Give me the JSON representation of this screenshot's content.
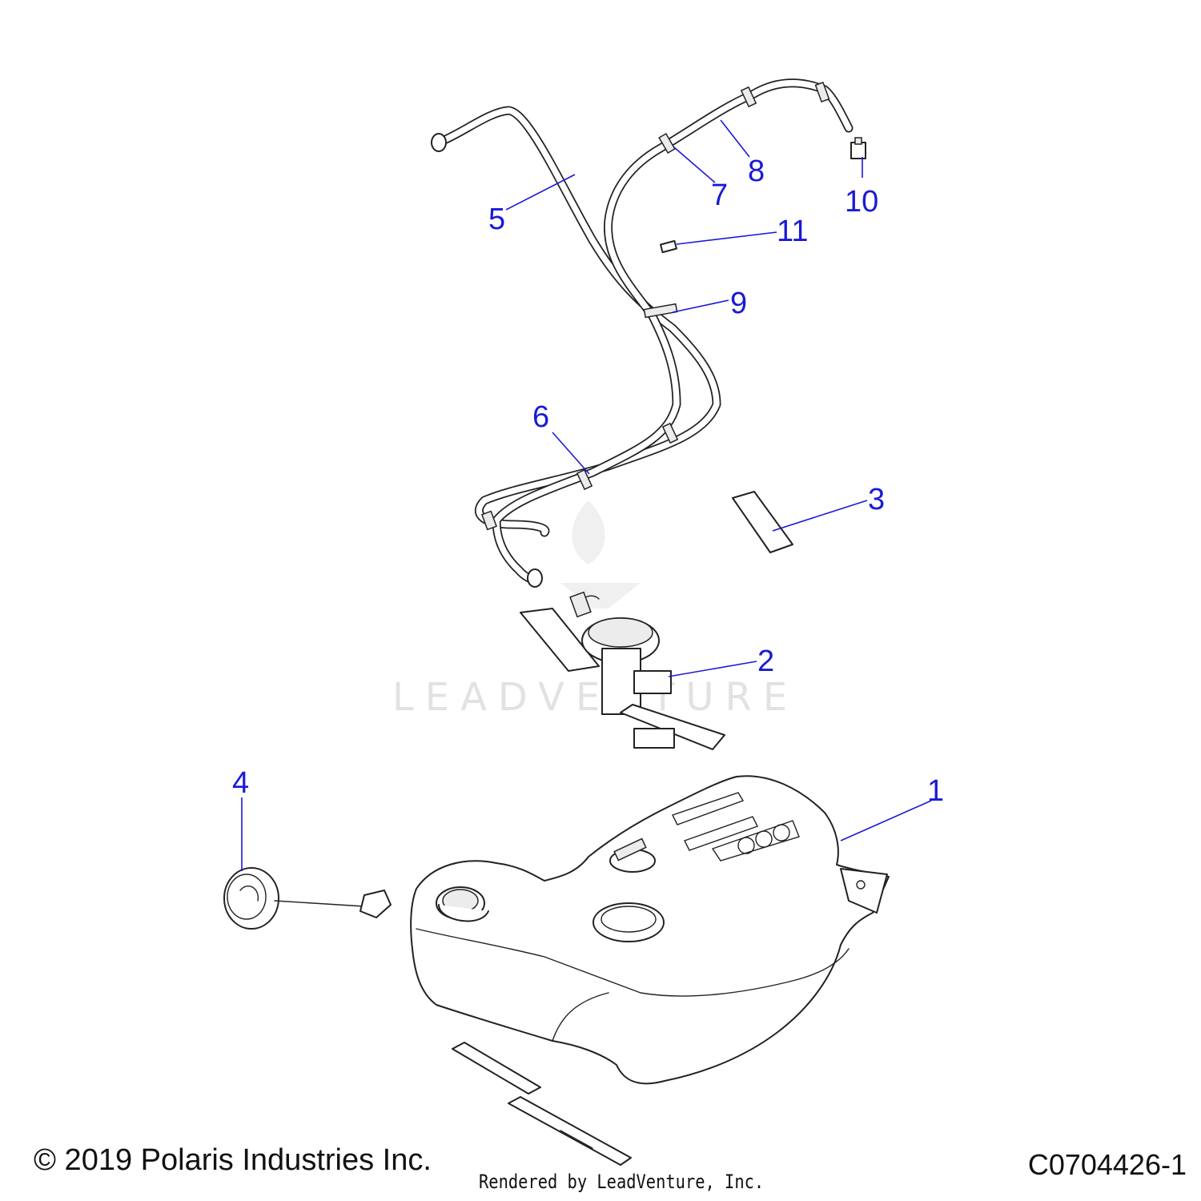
{
  "callouts": [
    {
      "id": "1",
      "label": "1"
    },
    {
      "id": "2",
      "label": "2"
    },
    {
      "id": "3",
      "label": "3"
    },
    {
      "id": "4",
      "label": "4"
    },
    {
      "id": "5",
      "label": "5"
    },
    {
      "id": "6",
      "label": "6"
    },
    {
      "id": "7",
      "label": "7"
    },
    {
      "id": "8",
      "label": "8"
    },
    {
      "id": "9",
      "label": "9"
    },
    {
      "id": "10",
      "label": "10"
    },
    {
      "id": "11",
      "label": "11"
    }
  ],
  "watermark": {
    "text": "LEADVENTURE"
  },
  "footer": {
    "copyright": "© 2019 Polaris Industries Inc.",
    "drawing_id": "C0704426-1",
    "rendered_by": "Rendered by LeadVenture, Inc."
  },
  "colors": {
    "callout": "#1a1ad6",
    "line": "#222222",
    "watermark": "#e2e2e2"
  }
}
